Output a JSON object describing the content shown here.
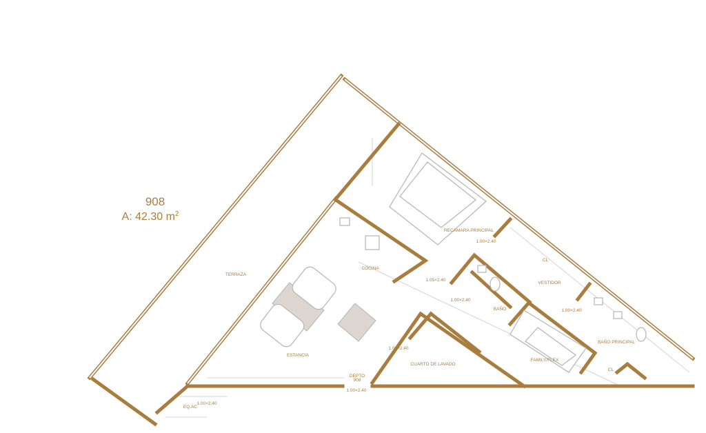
{
  "unit": {
    "number": "908",
    "area_label": "A: 42.30 m",
    "area_superscript": "2"
  },
  "rooms": {
    "terraza": "TERRAZA",
    "recamara": "RECAMARA PRINCIPAL",
    "cocina": "COCINA",
    "vestidor": "VESTIDOR",
    "cl_1": "CL",
    "cl_2": "CL",
    "bano": "BAÑO",
    "bano_principal": "BAÑO PRINCIPAL",
    "family": "FAMILY/FLEX",
    "estancia": "ESTANCIA",
    "lavado": "CUARTO DE LAVADO",
    "depto": "DEPTO",
    "depto_num": "908",
    "eq_ac": "EQ.AC"
  },
  "doors": {
    "d1": "1.00×2.40",
    "d2": "1.05×2.40",
    "d3": "1.00×2.40",
    "d4": "1.00×2.40",
    "d5": "1.00×2.40",
    "d6": "1.00×2.40",
    "d7": "1.00×2.40"
  },
  "colors": {
    "wall": "#a87d3e",
    "furniture": "#b4b4b4",
    "rug": "#ddd6d0"
  }
}
